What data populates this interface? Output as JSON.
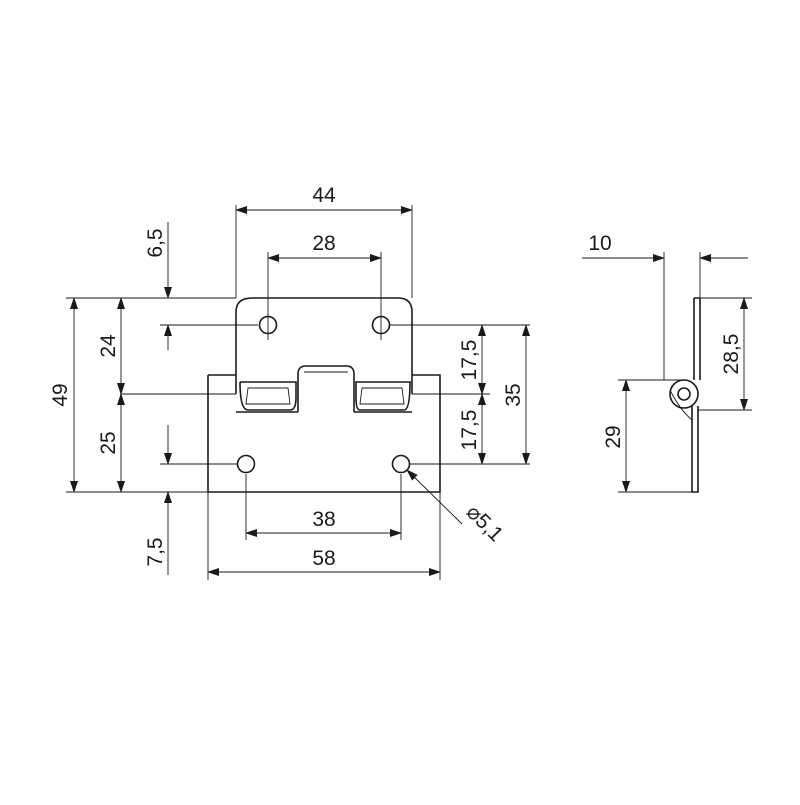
{
  "front_view": {
    "width_top": "44",
    "hole_spacing_top": "28",
    "hole_offset_top": "6,5",
    "height_total": "49",
    "height_top": "24",
    "height_bottom": "25",
    "hole_offset_upper": "17,5",
    "hole_offset_lower": "17,5",
    "hole_vertical_spacing": "35",
    "hole_spacing_bottom": "38",
    "width_bottom": "58",
    "hole_offset_bottom": "7,5",
    "hole_diameter": "⌀5,1"
  },
  "side_view": {
    "thickness": "10",
    "height_upper": "28,5",
    "height_lower": "29"
  }
}
